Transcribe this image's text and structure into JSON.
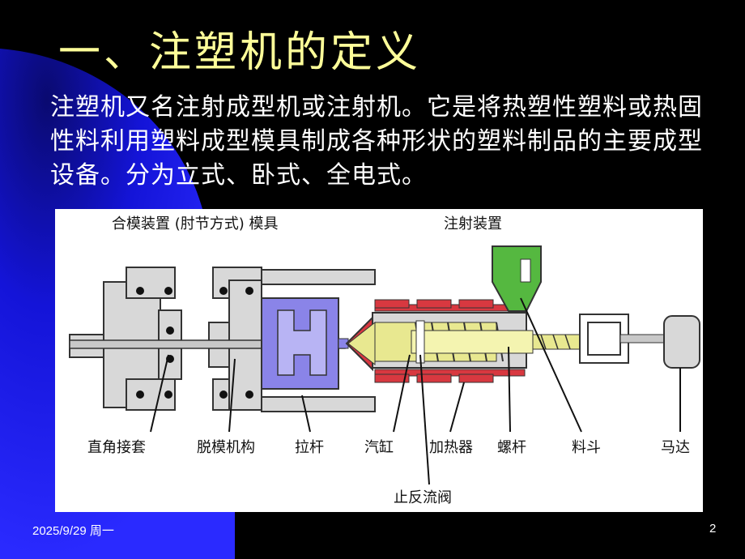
{
  "slide": {
    "title": "一、注塑机的定义",
    "body": "注塑机又名注射成型机或注射机。它是将热塑性塑料或热固性料利用塑料成型模具制成各种形状的塑料制品的主要成型设备。分为立式、卧式、全电式。",
    "date": "2025/9/29 周一",
    "page_number": "2"
  },
  "diagram": {
    "top_labels": {
      "clamping": "合模装置 (肘节方式) 模具",
      "injection": "注射装置"
    },
    "bottom_labels": {
      "toggle_sleeve": "直角接套",
      "ejector": "脱模机构",
      "tie_bar": "拉杆",
      "cylinder": "汽缸",
      "heater": "加热器",
      "screw": "螺杆",
      "hopper": "料斗",
      "motor": "马达",
      "check_valve": "止反流阀"
    }
  },
  "colors": {
    "title": "#ffff99",
    "body_text": "#ffffff",
    "background": "#000000",
    "sweep_blue": "#1414d8",
    "hopper_green": "#55b840",
    "heater_red": "#d83840",
    "mold_purple": "#8a84e8",
    "screw_yellow": "#e8e890",
    "barrel_gray": "#d8d8d8"
  }
}
